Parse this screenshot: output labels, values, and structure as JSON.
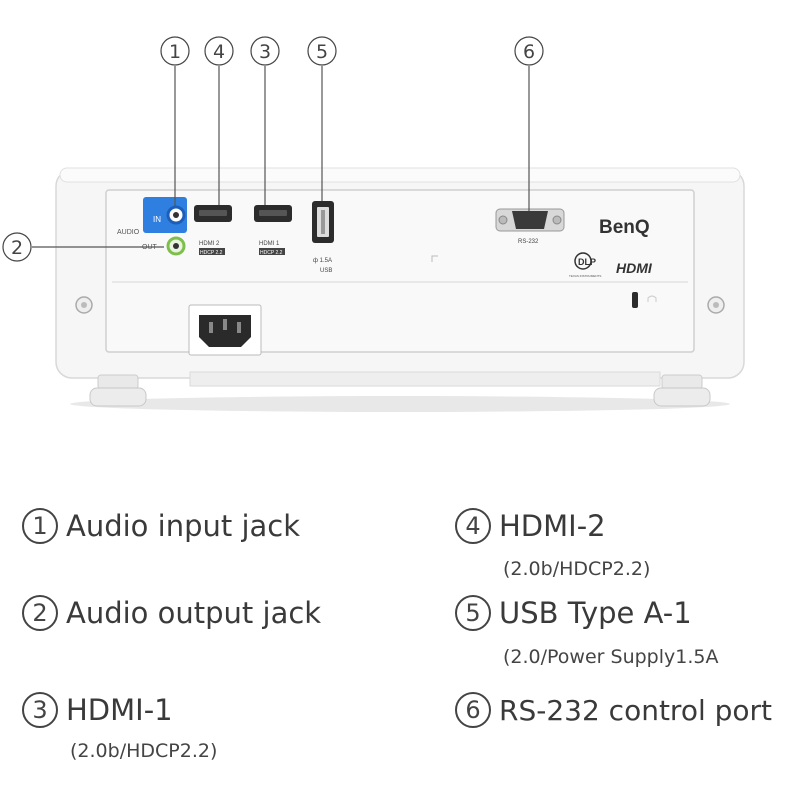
{
  "callouts": [
    "1",
    "2",
    "3",
    "4",
    "5",
    "6"
  ],
  "panel": {
    "brand": "BenQ",
    "audio_label": "AUDIO",
    "in_label": "IN",
    "out_label": "OUT",
    "hdmi2_label": "HDMI 2",
    "hdmi2_hdcp": "HDCP 2.2",
    "hdmi1_label": "HDMI 1",
    "hdmi1_hdcp": "HDCP 2.2",
    "usb_power": "ф 1.5A",
    "usb_label": "USB",
    "rs232_label": "RS-232",
    "dlp_label": "DLP",
    "dlp_sub": "TEXAS INSTRUMENTS",
    "hdmi_logo": "HDMI"
  },
  "legend": [
    {
      "num": "1",
      "title": "Audio input jack",
      "sub": ""
    },
    {
      "num": "2",
      "title": "Audio output jack",
      "sub": ""
    },
    {
      "num": "3",
      "title": "HDMI-1",
      "sub": "(2.0b/HDCP2.2)"
    },
    {
      "num": "4",
      "title": "HDMI-2",
      "sub": "(2.0b/HDCP2.2)"
    },
    {
      "num": "5",
      "title": "USB Type A-1",
      "sub": "(2.0/Power Supply1.5A"
    },
    {
      "num": "6",
      "title": "RS-232 control port",
      "sub": ""
    }
  ]
}
